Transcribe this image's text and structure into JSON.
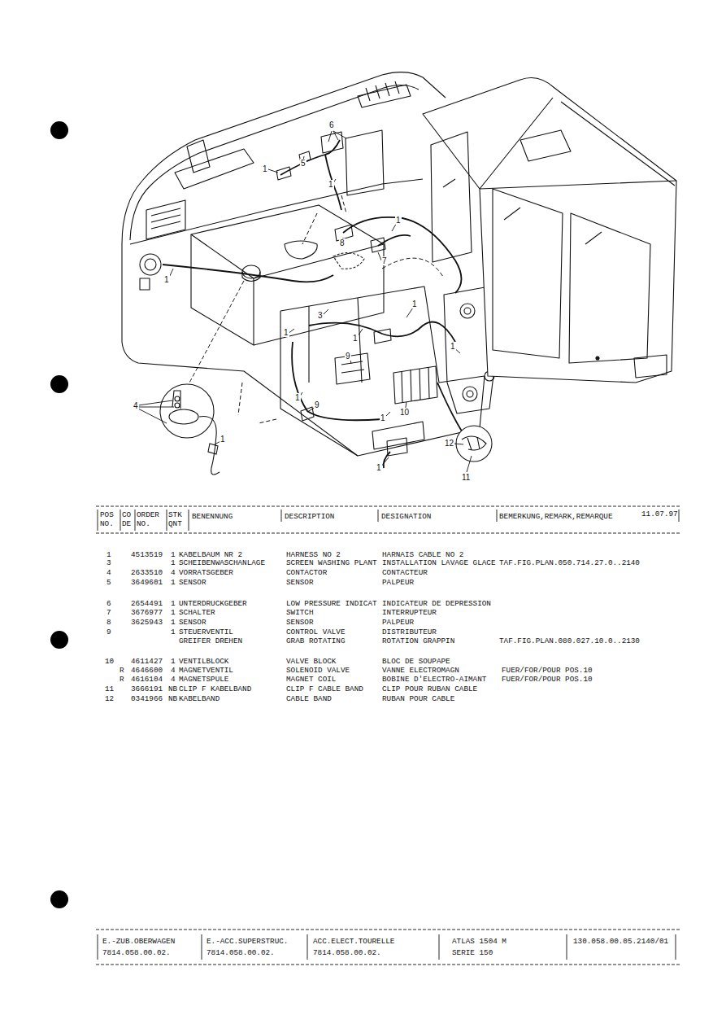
{
  "diagram": {
    "labels": [
      "1",
      "5",
      "6",
      "1",
      "1",
      "8",
      "7",
      "1",
      "3",
      "1",
      "1",
      "1",
      "1",
      "9",
      "4",
      "1",
      "1",
      "9",
      "1",
      "10",
      "12",
      "11",
      "1",
      "POS NO.",
      "CO DE",
      "ORDER NO.",
      "STK QNT",
      "BENENNUNG",
      "DESCRIPTION",
      "DESIGNATION",
      "BEMERKUNG,REMARK,REMARQUE",
      "11.07.97",
      "1",
      "4513519",
      "1",
      "KABELBAUM NR 2",
      "HARNESS NO 2",
      "HARNAIS CABLE NO 2",
      "3",
      "1",
      "SCHEIBENWASCHANLAGE",
      "SCREEN WASHING PLANT",
      "INSTALLATION LAVAGE GLACE",
      "TAF.FIG.PLAN.050.714.27.0..2140",
      "4",
      "2633510",
      "4",
      "VORRATSGEBER",
      "CONTACTOR",
      "CONTACTEUR",
      "5",
      "3649601",
      "1",
      "SENSOR",
      "SENSOR",
      "PALPEUR",
      "6",
      "2654491",
      "1",
      "UNTERDRUCKGEBER",
      "LOW PRESSURE INDICAT",
      "INDICATEUR DE DEPRESSION",
      "7",
      "3676977",
      "1",
      "SCHALTER",
      "SWITCH",
      "INTERRUPTEUR",
      "8",
      "3625943",
      "1",
      "SENSOR",
      "SENSOR",
      "PALPEUR",
      "9",
      "1",
      "STEUERVENTIL",
      "CONTROL VALVE",
      "DISTRIBUTEUR",
      "GREIFER DREHEN",
      "GRAB ROTATING",
      "ROTATION GRAPPIN",
      "TAF.FIG.PLAN.080.027.10.0..2130",
      "10",
      "4611427",
      "1",
      "VENTILBLOCK",
      "VALVE BLOCK",
      "BLOC DE SOUPAPE",
      "R",
      "4646600",
      "4",
      "MAGNETVENTIL",
      "SOLENOID VALVE",
      "VANNE ELECTROMAGN",
      "FUER/FOR/POUR POS.10",
      "R",
      "4616104",
      "4",
      "MAGNETSPULE",
      "MAGNET COIL",
      "BOBINE D'ELECTRO-AIMANT",
      "FUER/FOR/POUR POS.10",
      "11",
      "3666191",
      "NB",
      "CLIP F KABELBAND",
      "CLIP F CABLE BAND",
      "CLIP POUR RUBAN CABLE",
      "12",
      "0341966",
      "NB",
      "KABELBAND",
      "CABLE BAND",
      "RUBAN POUR CABLE",
      "E.-ZUB.OBERWAGEN",
      "7814.058.00.02.",
      "E.-ACC.SUPERSTRUC.",
      "7814.058.00.02.",
      "ACC.ELECT.TOURELLE",
      "7814.058.00.02.",
      "ATLAS 1504 M",
      "SERIE 150",
      "130.058.00.05.2140/01"
    ]
  }
}
